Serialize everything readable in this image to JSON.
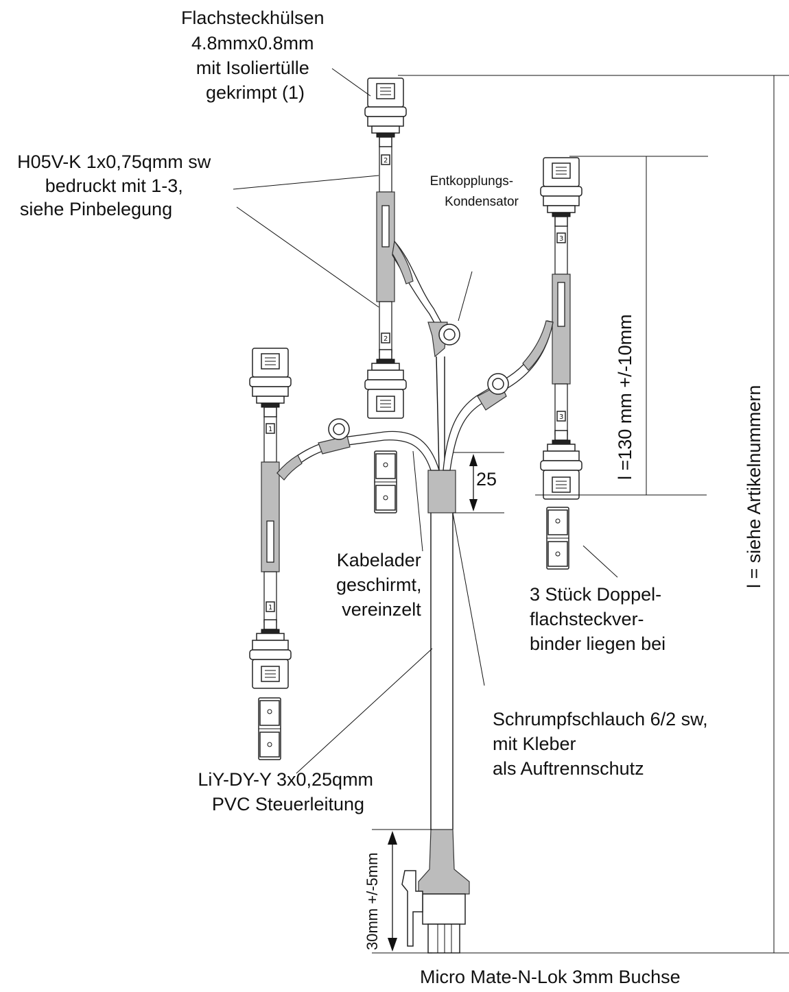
{
  "labels": {
    "flachsteck": [
      "Flachsteckhülsen",
      "4.8mmx0.8mm",
      "mit Isoliertülle",
      "gekrimpt (1)"
    ],
    "h05v": [
      "H05V-K 1x0,75qmm sw",
      "bedruckt mit 1-3,",
      "siehe Pinbelegung"
    ],
    "entkopplung": [
      "Entkopplungs-",
      "Kondensator"
    ],
    "dim_130": "l =130 mm +/-10mm",
    "dim_total": "l = siehe Artikelnummern",
    "dim_25": "25",
    "kabelader": [
      "Kabelader",
      "geschirmt,",
      "vereinzelt"
    ],
    "doppel": [
      "3 Stück Doppel-",
      "flachsteckver-",
      "binder liegen bei"
    ],
    "schrumpf": [
      "Schrumpfschlauch 6/2 sw,",
      "mit Kleber",
      "als Auftrennschutz"
    ],
    "liy": [
      "LiY-DY-Y 3x0,25qmm",
      "PVC Steuerleitung"
    ],
    "dim_30": "30mm +/-5mm",
    "micro": "Micro Mate-N-Lok 3mm Buchse"
  },
  "wire_numbers": {
    "pin2": "2",
    "pin3": "3",
    "pin1": "1"
  }
}
